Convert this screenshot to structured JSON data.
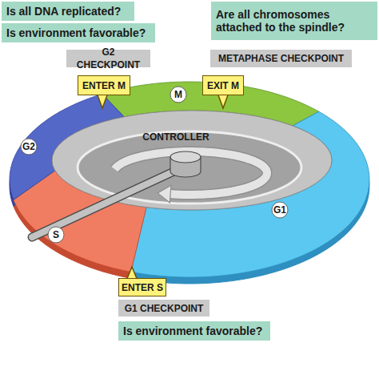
{
  "diagram": {
    "nodes": [
      {
        "text": [
          "Is all DNA replicated?"
        ]
      },
      {
        "text": [
          "Is environment favorable?"
        ]
      },
      {
        "text": [
          "G2 CHECKPOINT"
        ]
      },
      {
        "text": [
          "ENTER M"
        ]
      },
      {
        "text": [
          "Are all chromosomes attached to the spindle?"
        ]
      },
      {
        "text": [
          "METAPHASE CHECKPOINT"
        ]
      },
      {
        "text": [
          "EXIT M"
        ]
      },
      {
        "text": [
          "M"
        ]
      },
      {
        "text": [
          "G2"
        ]
      },
      {
        "text": [
          "S"
        ]
      },
      {
        "text": [
          "G1"
        ]
      },
      {
        "text": [
          "ENTER S"
        ]
      },
      {
        "text": [
          "G1 CHECKPOINT"
        ]
      },
      {
        "text": [
          "Is environment favorable?"
        ]
      }
    ],
    "labels": [
      "CONTROLLER"
    ]
  }
}
